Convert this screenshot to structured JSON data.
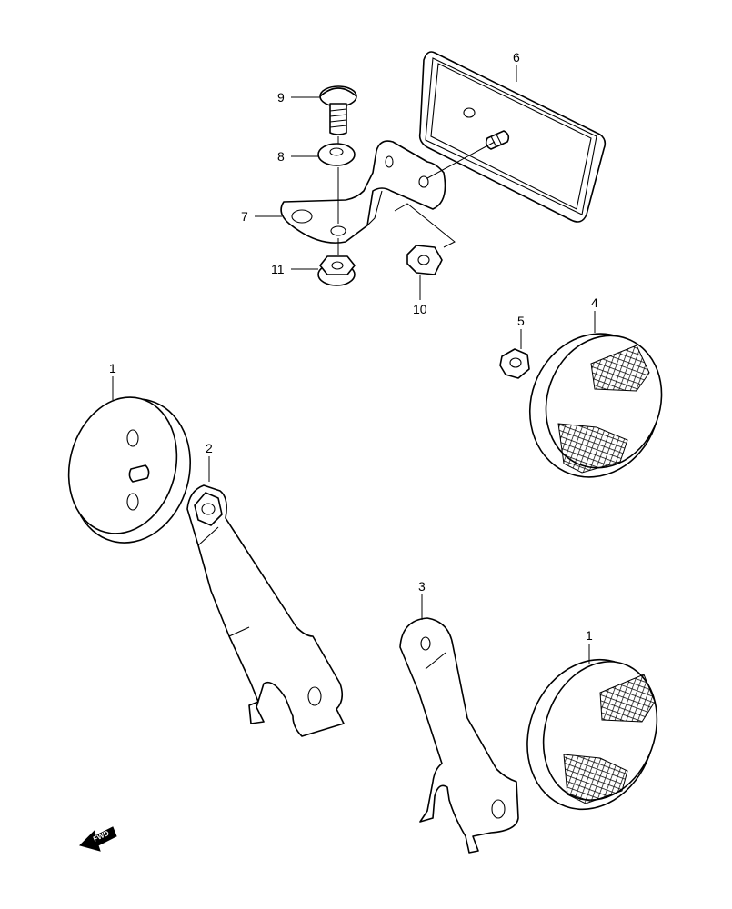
{
  "callouts": {
    "c1a": "1",
    "c1b": "1",
    "c2": "2",
    "c3": "3",
    "c4": "4",
    "c5": "5",
    "c6": "6",
    "c7": "7",
    "c8": "8",
    "c9": "9",
    "c10": "10",
    "c11": "11"
  },
  "fwd_label": "FWD"
}
